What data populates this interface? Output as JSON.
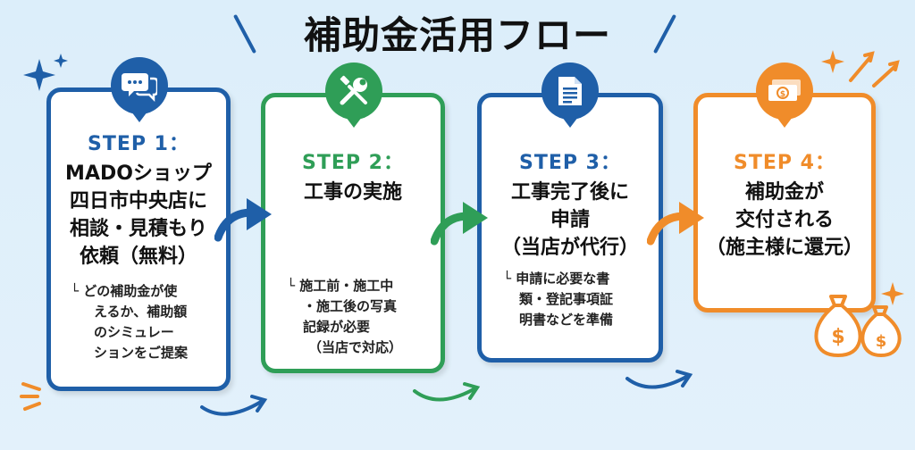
{
  "title": "補助金活用フロー",
  "colors": {
    "blue": "#1f5fa8",
    "green": "#2f9e57",
    "orange": "#f08c2a"
  },
  "steps": [
    {
      "label": "STEP 1：",
      "heading": [
        "MADOショップ",
        "四日市中央店に",
        "相談・見積もり",
        "依頼（無料）"
      ],
      "note": [
        "└ どの補助金が使",
        "えるか、補助額",
        "のシミュレー",
        "ションをご提案"
      ],
      "icon": "chat-bubbles-icon"
    },
    {
      "label": "STEP 2：",
      "heading": [
        "工事の実施"
      ],
      "note": [
        "└ 施工前・施工中",
        "・施工後の写真",
        "記録が必要",
        "（当店で対応）"
      ],
      "icon": "wrench-screwdriver-icon"
    },
    {
      "label": "STEP 3：",
      "heading": [
        "工事完了後に",
        "申請",
        "（当店が代行）"
      ],
      "note": [
        "└ 申請に必要な書",
        "類・登記事項証",
        "明書などを準備"
      ],
      "icon": "document-icon"
    },
    {
      "label": "STEP 4：",
      "heading": [
        "補助金が",
        "交付される",
        "（施主様に還元）"
      ],
      "note": [],
      "icon": "money-icon"
    }
  ]
}
